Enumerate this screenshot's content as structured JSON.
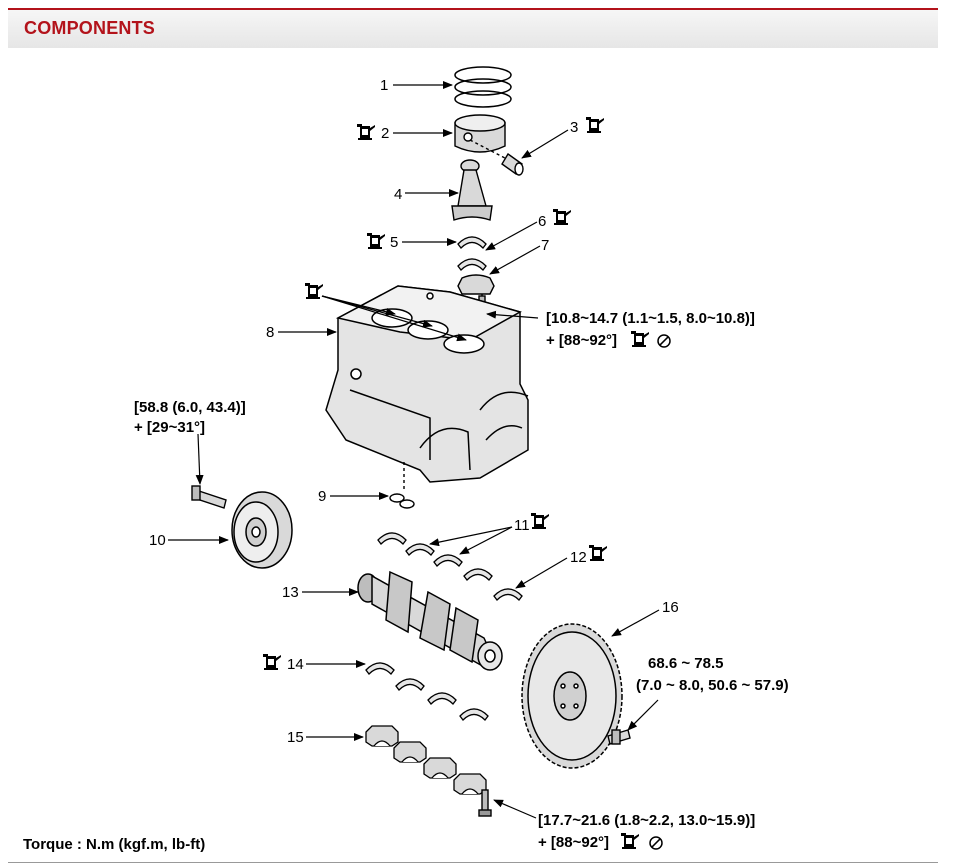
{
  "header": {
    "title": "COMPONENTS"
  },
  "callouts": [
    "1",
    "2",
    "3",
    "4",
    "5",
    "6",
    "7",
    "8",
    "9",
    "10",
    "11",
    "12",
    "13",
    "14",
    "15",
    "16"
  ],
  "specs": {
    "conrod_bolt": [
      "[10.8~14.7 (1.1~1.5, 8.0~10.8)]",
      "+ [88~92°]"
    ],
    "pulley_bolt": [
      "[58.8 (6.0, 43.4)]",
      "+ [29~31°]"
    ],
    "flywheel_bolt": [
      "68.6 ~ 78.5",
      "(7.0 ~ 8.0, 50.6 ~ 57.9)"
    ],
    "bearing_cap_bolt": [
      "[17.7~21.6 (1.8~2.2, 13.0~15.9)]",
      "+ [88~92°]"
    ]
  },
  "footer": {
    "torque_units": "Torque : N.m (kgf.m, lb-ft)"
  },
  "icons": [
    "oil-can-icon",
    "no-reuse-icon"
  ],
  "colors": {
    "accent": "#b3131b",
    "line": "#000000",
    "part_fill": "#d9d9d9"
  }
}
